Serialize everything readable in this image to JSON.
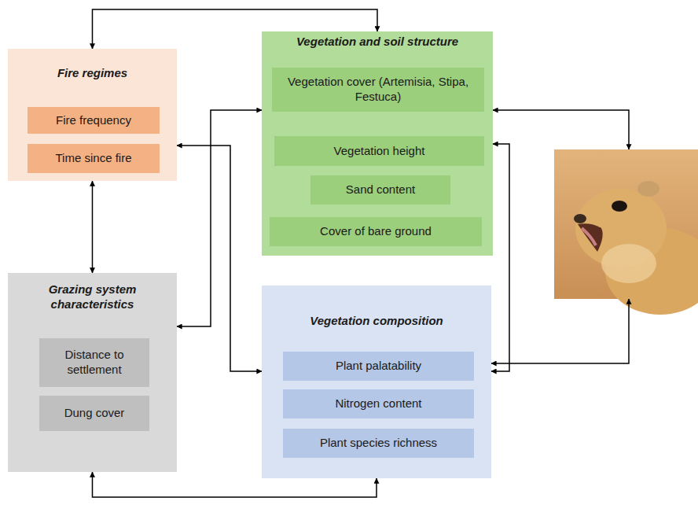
{
  "diagram": {
    "nodes": [
      {
        "text": [
          "Fire regimes"
        ]
      },
      {
        "text": [
          "Fire frequency"
        ],
        "in": 0
      },
      {
        "text": [
          "Time since fire"
        ],
        "in": 0
      },
      {
        "text": [
          "Vegetation and soil structure"
        ]
      },
      {
        "text": [
          "Vegetation cover (Artemisia, Stipa, Festuca)"
        ],
        "in": 3
      },
      {
        "text": [
          "Vegetation height"
        ],
        "in": 3
      },
      {
        "text": [
          "Sand content"
        ],
        "in": 3
      },
      {
        "text": [
          "Cover of bare ground"
        ],
        "in": 3
      },
      {
        "text": [
          "Grazing system characteristics"
        ]
      },
      {
        "text": [
          "Distance to settlement"
        ],
        "in": 8
      },
      {
        "text": [
          "Dung cover"
        ],
        "in": 8
      },
      {
        "text": [
          "Vegetation composition"
        ]
      },
      {
        "text": [
          "Plant palatability"
        ],
        "in": 11
      },
      {
        "text": [
          "Nitrogen content"
        ],
        "in": 11
      },
      {
        "text": [
          "Plant species richness"
        ],
        "in": 11
      }
    ],
    "edges": [
      {
        "from": 0,
        "to": 3,
        "arrow": "both"
      },
      {
        "from": 0,
        "to": 8,
        "arrow": "both"
      },
      {
        "from": 8,
        "to": 3,
        "arrow": "both"
      },
      {
        "from": 0,
        "to": 11,
        "arrow": "both"
      },
      {
        "from": 8,
        "to": 11,
        "arrow": "both"
      },
      {
        "from": 3,
        "to": 11,
        "arrow": "both"
      }
    ]
  }
}
